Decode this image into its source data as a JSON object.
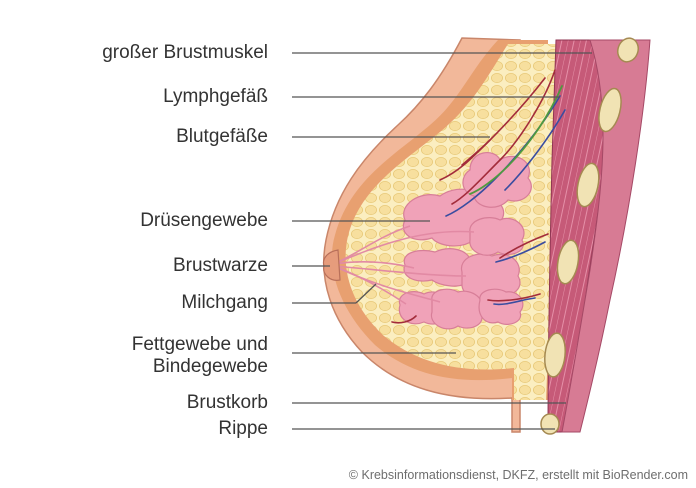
{
  "labels": {
    "pectoral_muscle": "großer Brustmuskel",
    "lymph_vessel": "Lymphgefäß",
    "blood_vessels": "Blutgefäße",
    "glandular_tissue": "Drüsengewebe",
    "nipple": "Brustwarze",
    "milk_duct": "Milchgang",
    "fat_tissue_line1": "Fettgewebe und",
    "fat_tissue_line2": "Bindegewebe",
    "rib_cage": "Brustkorb",
    "rib": "Rippe"
  },
  "credit": "© Krebsinformationsdienst, DKFZ, erstellt mit BioRender.com",
  "colors": {
    "skin": "#f2b89a",
    "skin_edge": "#c9866a",
    "dermis": "#e8a070",
    "fat": "#fbeec0",
    "fat_lobule": "#f6dc96",
    "gland": "#f0a2b8",
    "gland_edge": "#d77e98",
    "muscle": "#b94a6a",
    "muscle_light": "#d9809a",
    "rib": "#f1e3b4",
    "rib_edge": "#a58a52",
    "artery": "#a32c3b",
    "vein": "#3a4da0",
    "lymph": "#4f9a3f",
    "leader": "#555555"
  }
}
